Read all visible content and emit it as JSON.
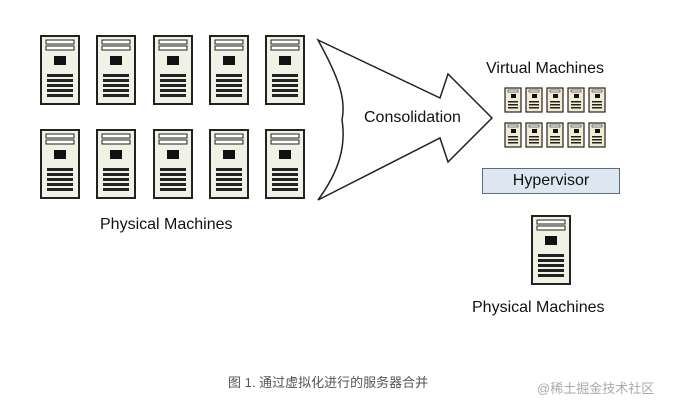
{
  "labels": {
    "physical_left": "Physical Machines",
    "consolidation": "Consolidation",
    "virtual_machines": "Virtual Machines",
    "hypervisor": "Hypervisor",
    "physical_right": "Physical Machines"
  },
  "caption": "图 1. 通过虚拟化进行的服务器合并",
  "watermark": "@稀土掘金技术社区",
  "colors": {
    "server_body": "#eef3e6",
    "server_outline": "#222222",
    "hypervisor_fill": "#dde7f2"
  }
}
